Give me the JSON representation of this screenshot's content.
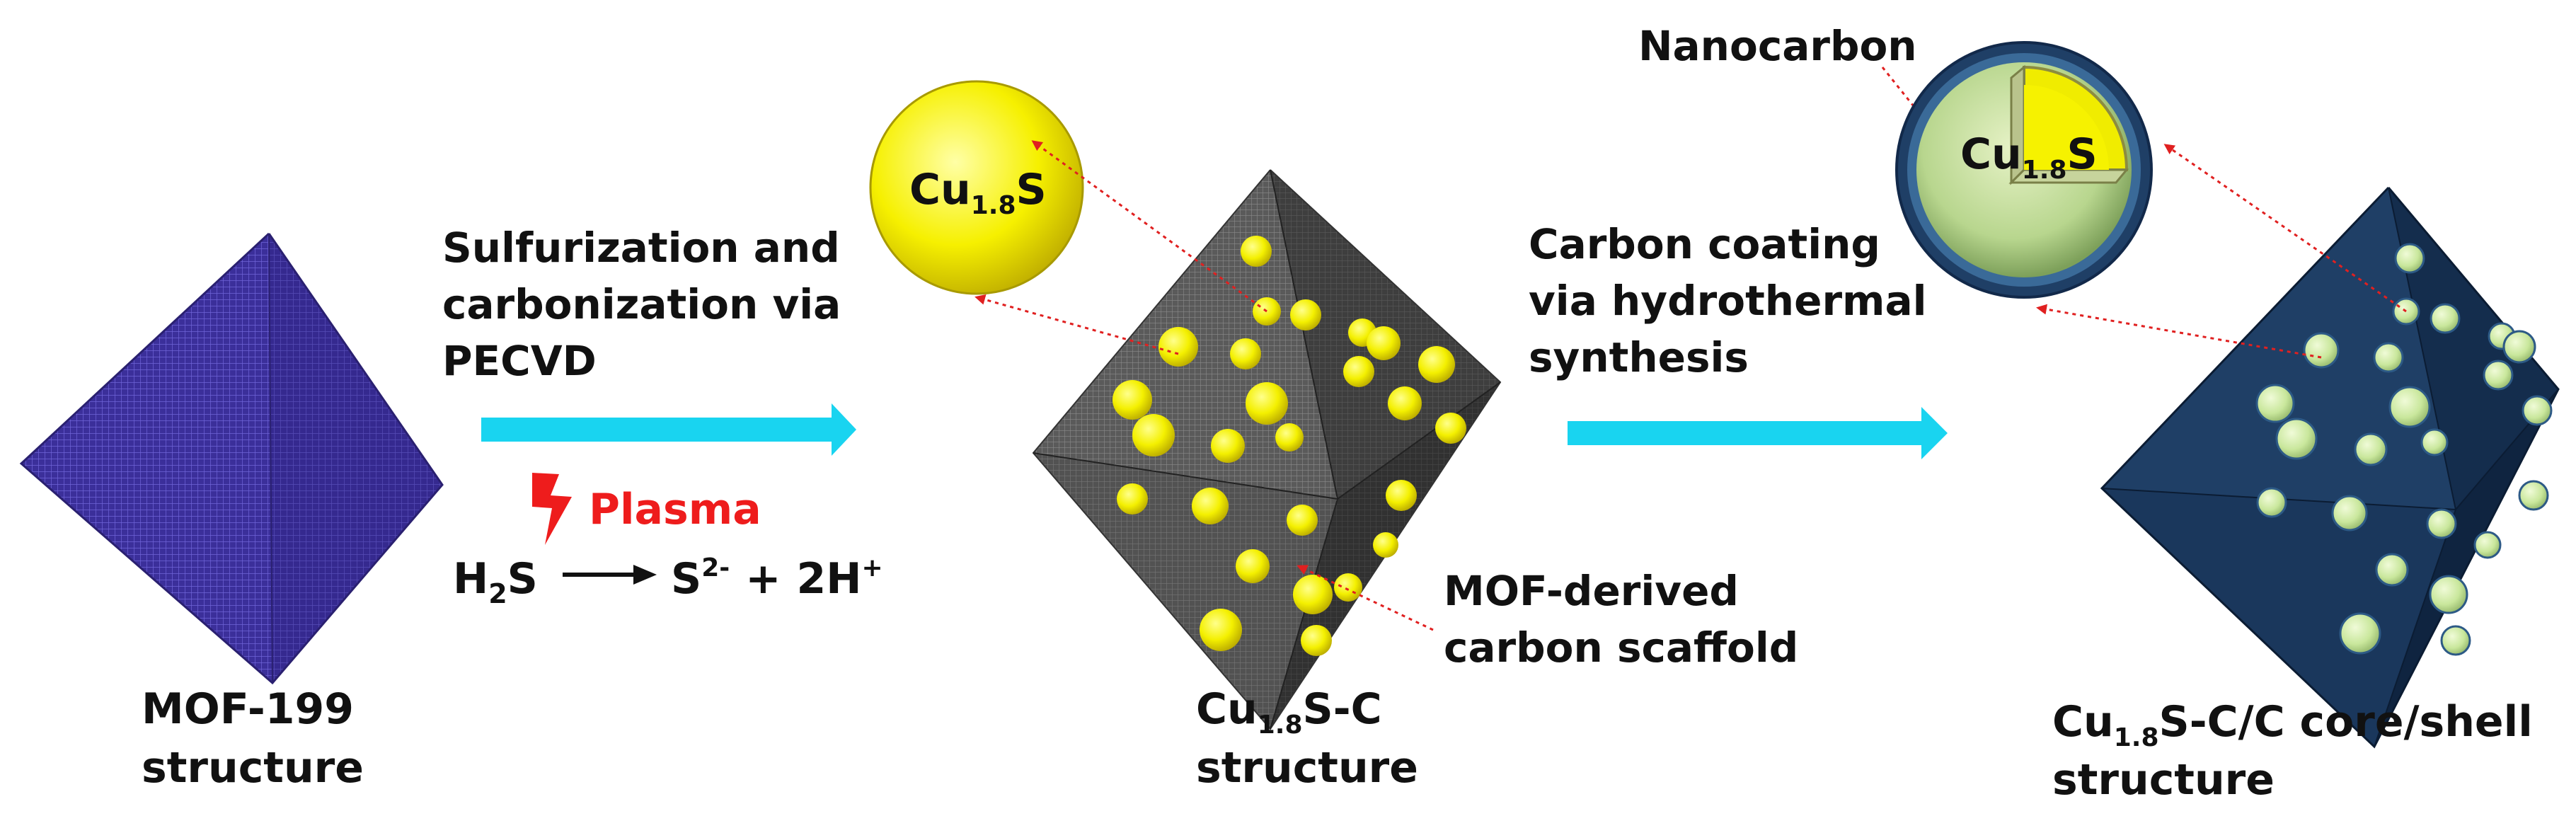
{
  "diagram": {
    "mof_label": {
      "line1": "MOF-199",
      "line2": "structure"
    },
    "step1_label": {
      "line1": "Sulfurization and",
      "line2": "carbonization via",
      "line3": "PECVD"
    },
    "plasma_label": "Plasma",
    "reaction": {
      "reactant": "H",
      "reactant_sub": "2",
      "reactant_rest": "S",
      "product1": "S",
      "product1_sup": "2-",
      "plus": "+",
      "product2": "2H",
      "product2_sup": "+"
    },
    "sphere1_label": {
      "main": "Cu",
      "sub": "1.8",
      "rest": "S"
    },
    "mid_label": {
      "main": "Cu",
      "sub": "1.8",
      "rest": "S-C",
      "line2": "structure"
    },
    "scaffold_label": {
      "line1": "MOF-derived",
      "line2": "carbon scaffold"
    },
    "step2_label": {
      "line1": "Carbon coating",
      "line2": "via hydrothermal",
      "line3": "synthesis"
    },
    "nanocarbon_label": "Nanocarbon",
    "sphere2_label": {
      "main": "Cu",
      "sub": "1.8",
      "rest": "S"
    },
    "final_label": {
      "main": "Cu",
      "sub": "1.8",
      "rest": "S-C/C core/shell",
      "line2": "structure"
    },
    "colors": {
      "mof_purple": "#3b2f9a",
      "arrow_cyan": "#19d4f0",
      "plasma_red": "#ee1c1c",
      "cu_yellow": "#f4f000",
      "scaffold_gray": "#555555",
      "shell_navy": "#1f3f66",
      "core_green": "#d2ecaa",
      "dotted_red": "#e02020"
    }
  }
}
